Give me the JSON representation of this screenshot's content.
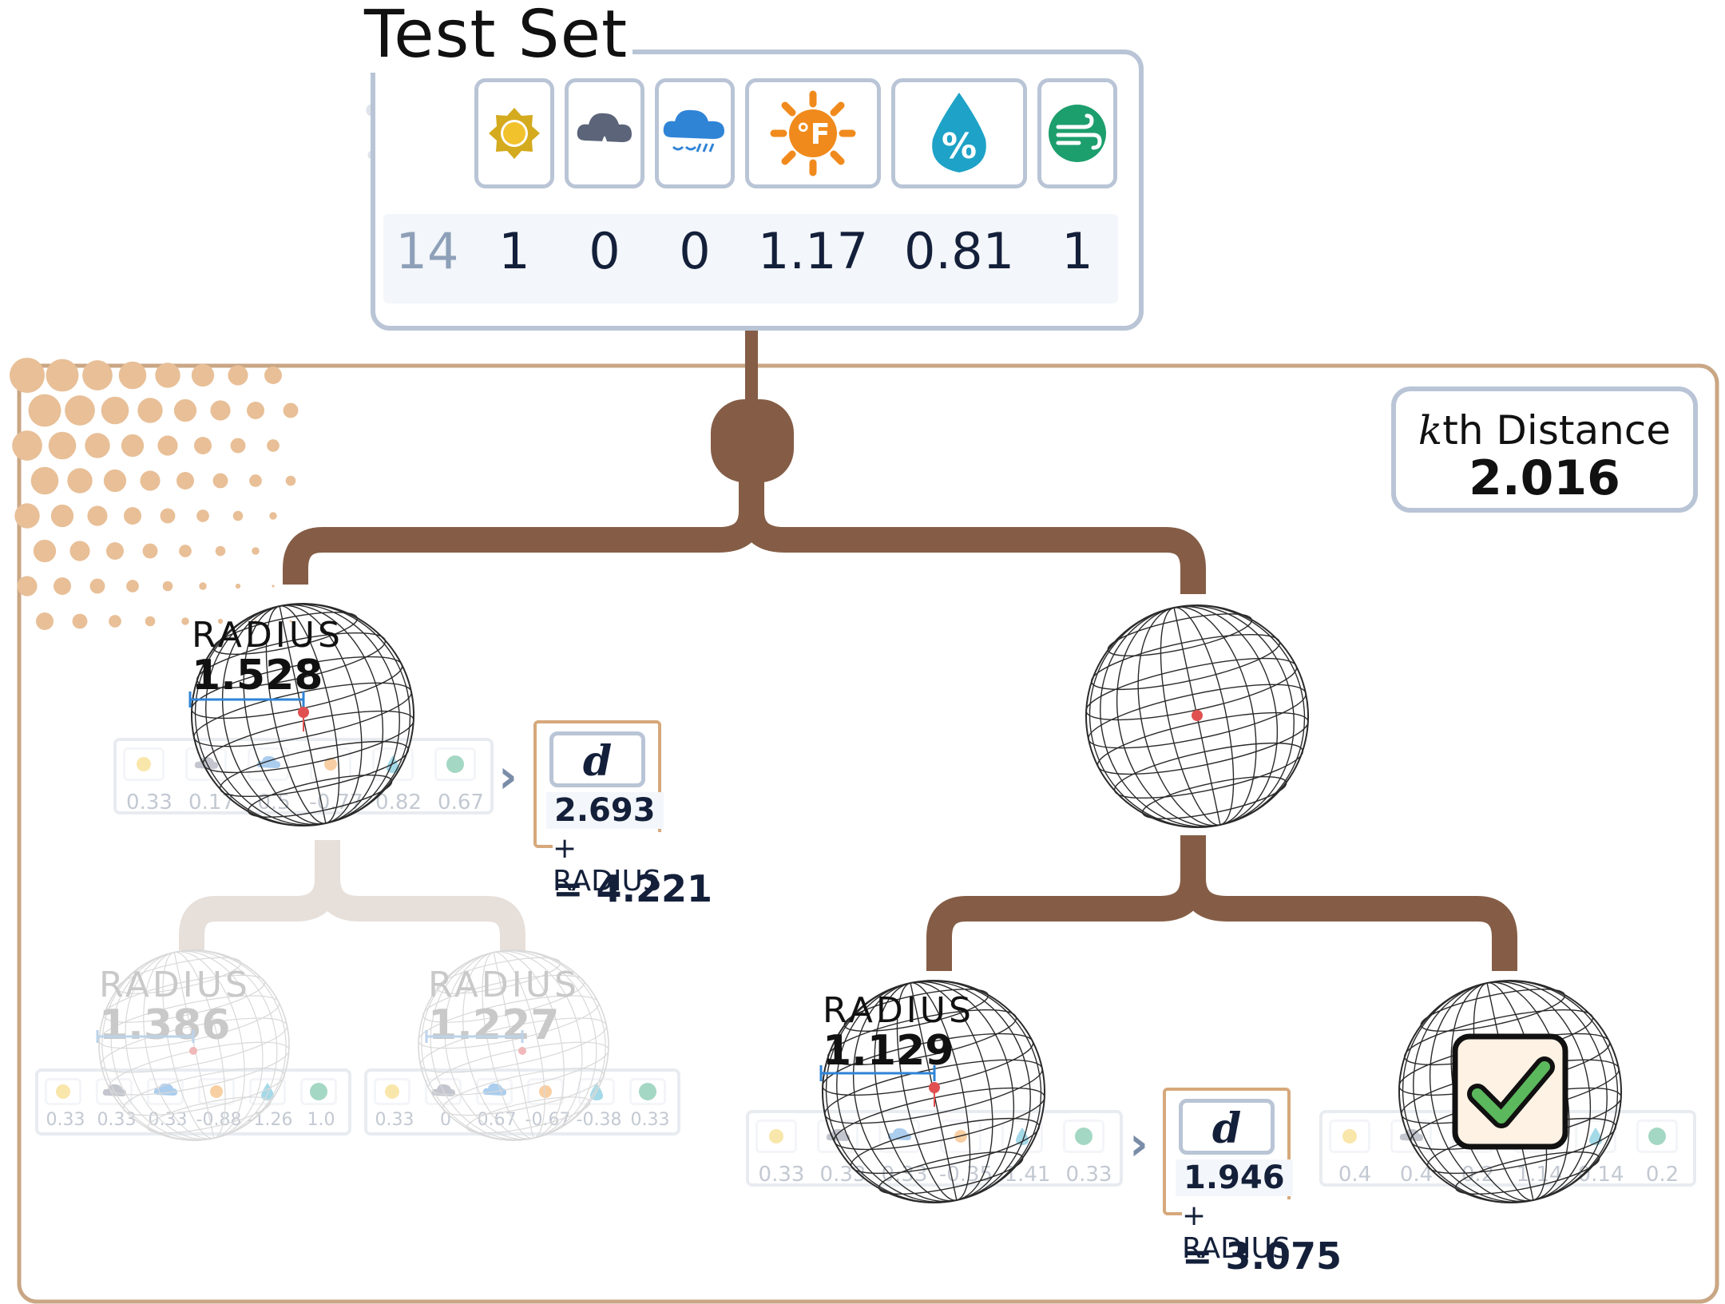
{
  "test_set": {
    "title": "Test Set",
    "icons": [
      "sun-icon",
      "rain-cloud-icon",
      "snow-cloud-icon",
      "temperature-icon",
      "humidity-icon",
      "wind-icon"
    ],
    "id": "14",
    "values": [
      "1",
      "0",
      "0",
      "1.17",
      "0.81",
      "1"
    ]
  },
  "kth": {
    "label_k": "k",
    "label_rest": "th Distance",
    "value": "2.016"
  },
  "nodes": {
    "left": {
      "radius_label": "RADIUS",
      "radius": "1.528",
      "point_values": [
        "0.33",
        "0.17",
        "0.5",
        "-0.77",
        "0.82",
        "0.67"
      ],
      "d_label": "d",
      "d": "2.693",
      "plus_label": "+ RADIUS",
      "sum": "= 4.221"
    },
    "left_left": {
      "radius_label": "RADIUS",
      "radius": "1.386",
      "point_values": [
        "0.33",
        "0.33",
        "0.33",
        "-0.88",
        "-1.26",
        "1.0"
      ]
    },
    "left_right": {
      "radius_label": "RADIUS",
      "radius": "1.227",
      "point_values": [
        "0.33",
        "0",
        "0.67",
        "-0.67",
        "-0.38",
        "0.33"
      ]
    },
    "right_left": {
      "radius_label": "RADIUS",
      "radius": "1.129",
      "point_values": [
        "0.33",
        "0.33",
        "0.33",
        "-0.35",
        "1.41",
        "0.33"
      ],
      "d_label": "d",
      "d": "1.946",
      "plus_label": "+ RADIUS",
      "sum": "= 3.075"
    },
    "right_right": {
      "point_values": [
        "0.4",
        "0.4",
        "0.2",
        "1.14",
        "0.14",
        "0.2"
      ],
      "status_icon": "checkmark-icon"
    }
  },
  "colors": {
    "tree_branch": "#855d46",
    "tree_branch_faded": "#e7dfda",
    "panel_border": "#c9a684",
    "box_border": "#b9c5d6",
    "accent_blue": "#2f84d6",
    "center_red": "#e05050",
    "check_green": "#5cb85c"
  }
}
